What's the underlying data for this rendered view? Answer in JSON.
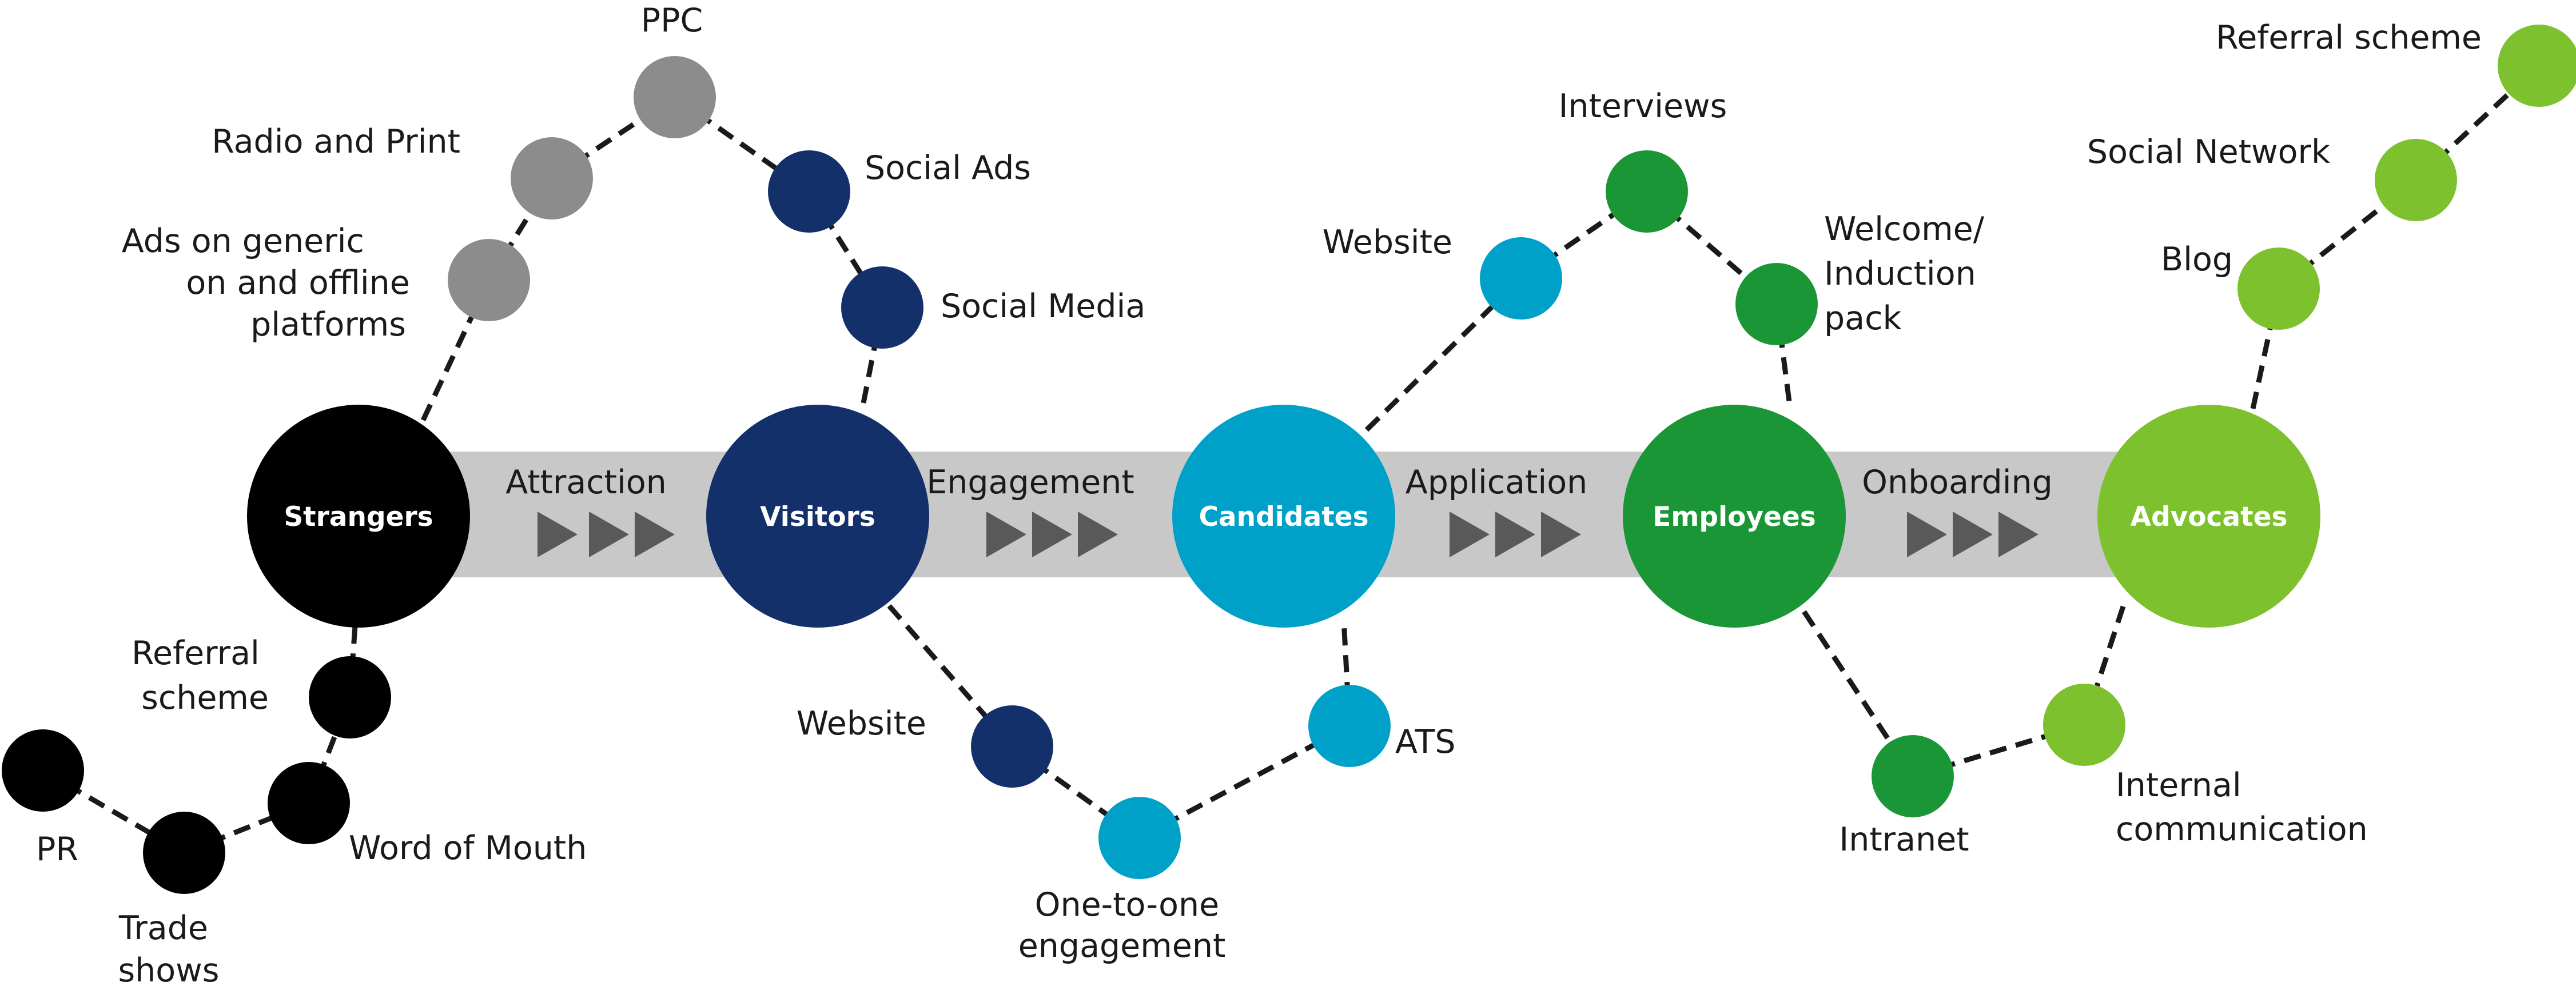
{
  "colors": {
    "strangers": "#000000",
    "visitors": "#14306b",
    "candidates": "#00a1c9",
    "employees": "#1b9637",
    "advocates": "#7dc12f",
    "grey": "#8c8c8c",
    "band": "#c8c8c8",
    "arrow": "#595959"
  },
  "stages": [
    {
      "id": "strangers",
      "label": "Strangers"
    },
    {
      "id": "visitors",
      "label": "Visitors"
    },
    {
      "id": "candidates",
      "label": "Candidates"
    },
    {
      "id": "employees",
      "label": "Employees"
    },
    {
      "id": "advocates",
      "label": "Advocates"
    }
  ],
  "transitions": [
    {
      "label": "Attraction"
    },
    {
      "label": "Engagement"
    },
    {
      "label": "Application"
    },
    {
      "label": "Onboarding"
    }
  ],
  "channels": {
    "pr": "PR",
    "trade_shows": [
      "Trade",
      "shows"
    ],
    "word_of_mouth": "Word of Mouth",
    "referral_scheme_left": [
      "Referral",
      "scheme"
    ],
    "ads_generic": [
      "Ads on generic",
      "on and offline",
      "platforms"
    ],
    "radio_print": "Radio and Print",
    "ppc": "PPC",
    "social_ads": "Social Ads",
    "social_media": "Social Media",
    "website_visitors": "Website",
    "one_to_one": [
      "One-to-one",
      "engagement"
    ],
    "ats": "ATS",
    "website_candidates": "Website",
    "interviews": "Interviews",
    "welcome_pack": [
      "Welcome/",
      "Induction",
      "pack"
    ],
    "intranet": "Intranet",
    "internal_comms": [
      "Internal",
      "communication"
    ],
    "blog": "Blog",
    "social_network": "Social Network",
    "referral_scheme_right": "Referral scheme"
  }
}
